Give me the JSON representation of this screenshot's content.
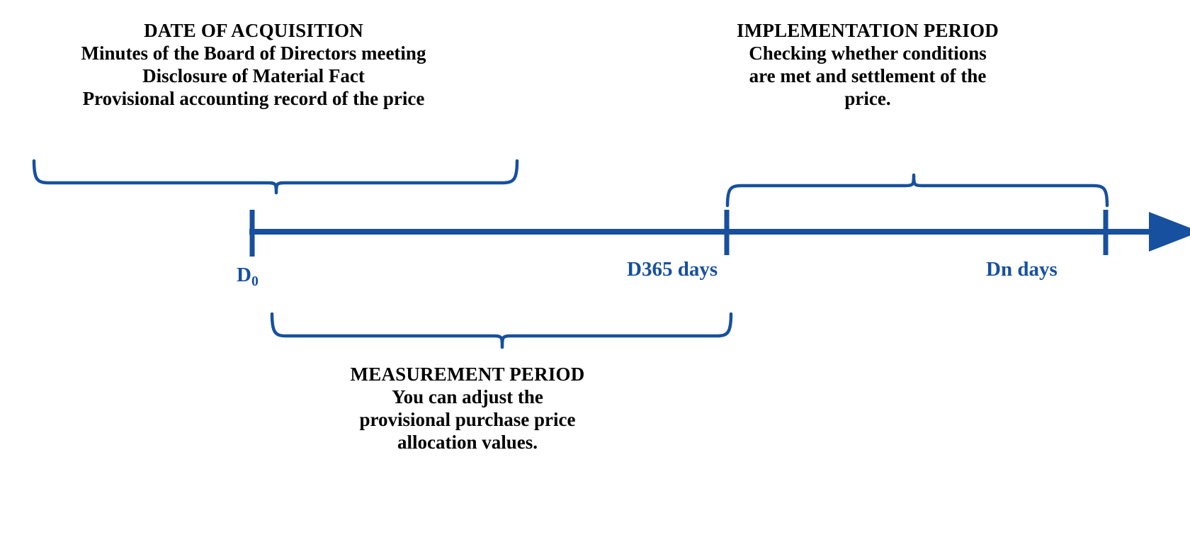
{
  "diagram": {
    "title_kind": "acquisition-accounting-timeline",
    "accent_color": "#17509E",
    "text_color": "#000000",
    "background_color": "#FFFFFF"
  },
  "acquisition": {
    "heading": "DATE OF ACQUISITION",
    "lines": [
      "Minutes of the Board of Directors meeting",
      "Disclosure of Material Fact",
      "Provisional accounting record of the price"
    ]
  },
  "implementation": {
    "heading": "IMPLEMENTATION PERIOD",
    "lines": [
      "Checking whether conditions",
      "are met and settlement of the",
      "price."
    ]
  },
  "measurement": {
    "heading": "MEASUREMENT PERIOD",
    "lines": [
      "You can adjust the",
      "provisional purchase price",
      "allocation values."
    ]
  },
  "timeline": {
    "ticks": [
      {
        "id": "d0",
        "label_main": "D",
        "label_sub": "0",
        "label_full": "D0"
      },
      {
        "id": "d365",
        "label_main": "D365 days",
        "label_sub": "",
        "label_full": "D365 days"
      },
      {
        "id": "dn",
        "label_main": "Dn days",
        "label_sub": "",
        "label_full": "Dn days"
      }
    ],
    "direction": "left-to-right-arrow"
  }
}
